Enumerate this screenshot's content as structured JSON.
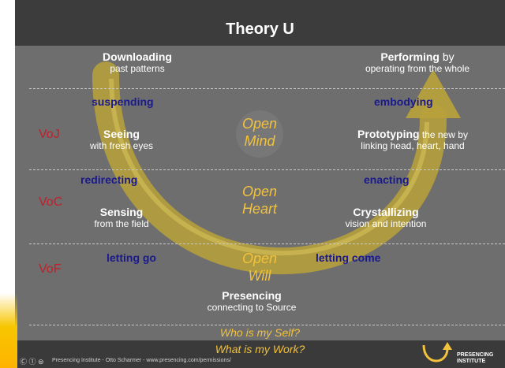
{
  "title": "Theory  U",
  "stages": {
    "downloading": {
      "title": "Downloading",
      "sub": "past patterns"
    },
    "performing": {
      "title": "Performing",
      "title_suffix": " by",
      "sub": "operating from the whole"
    },
    "seeing": {
      "title": "Seeing",
      "sub": "with fresh eyes"
    },
    "prototyping": {
      "title": "Prototyping",
      "title_suffix": "  the new by",
      "sub": "linking head, heart, hand"
    },
    "sensing": {
      "title": "Sensing",
      "sub": "from the field"
    },
    "crystallizing": {
      "title": "Crystallizing",
      "sub": "vision and intention"
    },
    "presencing": {
      "title": "Presencing",
      "sub": "connecting to Source"
    }
  },
  "actions": {
    "suspending": "suspending",
    "embodying": "embodying",
    "redirecting": "redirecting",
    "enacting": "enacting",
    "letting_go": "letting go",
    "letting_come": "letting come"
  },
  "voices": {
    "voj": "VoJ",
    "voc": "VoC",
    "vof": "VoF"
  },
  "open": {
    "mind": {
      "line1": "Open",
      "line2": "Mind"
    },
    "heart": {
      "line1": "Open",
      "line2": "Heart"
    },
    "will": {
      "line1": "Open",
      "line2": "Will"
    }
  },
  "questions": {
    "line1": "Who is my Self?",
    "line2": "What is my Work?"
  },
  "footer": {
    "license_icons": "Ⓒ ① ⊜",
    "credit": "Presencing Institute - Otto Scharmer - www.presencing.com/permissions/",
    "brand_line1": "PRESENCING",
    "brand_line2": "INSTITUTE"
  },
  "colors": {
    "action": "#1a1a8c",
    "voice": "#c0202a",
    "open": "#f2c23c",
    "arrow": "#b9a23a"
  }
}
